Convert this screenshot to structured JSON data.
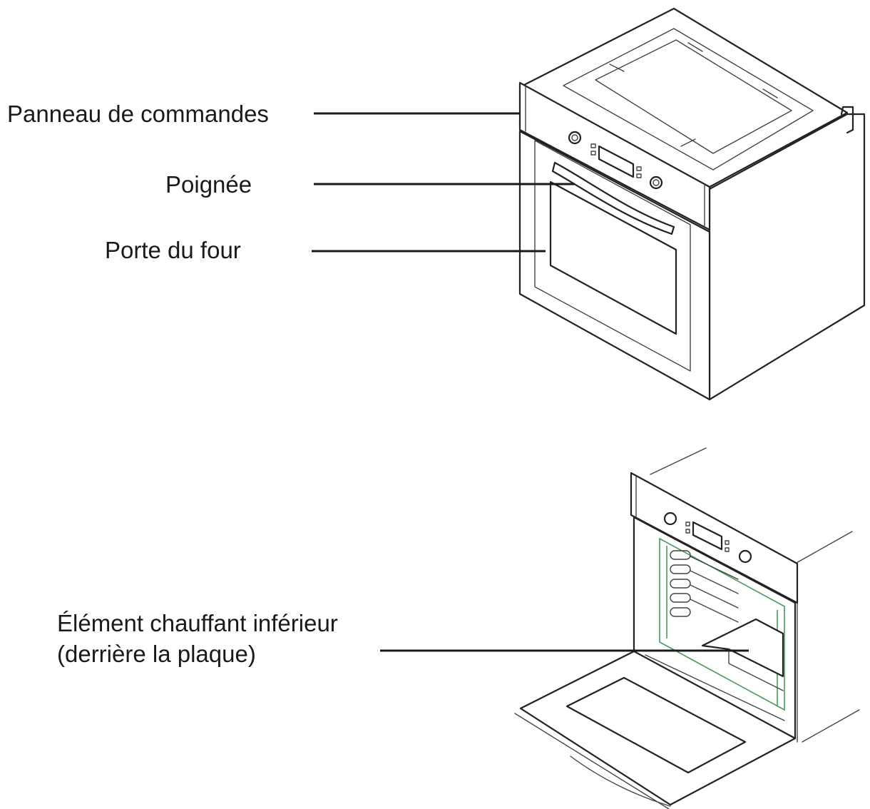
{
  "labels": {
    "control_panel": "Panneau de commandes",
    "handle": "Poignée",
    "oven_door": "Porte du four",
    "bottom_element_line1": "Élément chauffant inférieur",
    "bottom_element_line2": "(derrière la plaque)"
  },
  "colors": {
    "line": "#1a1a1a",
    "rack_accent": "#4a9a5a"
  }
}
